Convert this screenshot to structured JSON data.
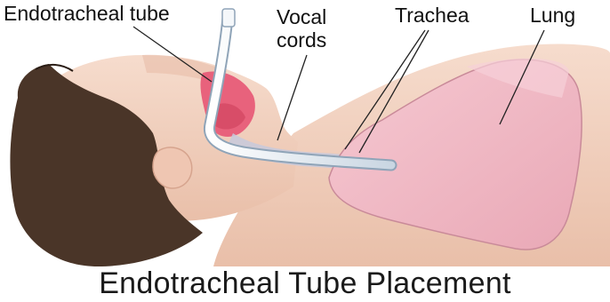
{
  "labels": {
    "endotracheal_tube": "Endotracheal tube",
    "vocal_cords_line1": "Vocal",
    "vocal_cords_line2": "cords",
    "trachea": "Trachea",
    "lung": "Lung"
  },
  "caption": "Endotracheal Tube Placement",
  "colors": {
    "skin": "#f2d2c0",
    "skin_shadow": "#e3b8a4",
    "hair": "#4a3528",
    "lung": "#f0b9c4",
    "lung_edge": "#c98a99",
    "mouth_interior": "#e8627c",
    "tube": "#e6eef5",
    "tube_edge": "#8fa4b8",
    "leader_lines": "#222222",
    "text": "#111111"
  }
}
